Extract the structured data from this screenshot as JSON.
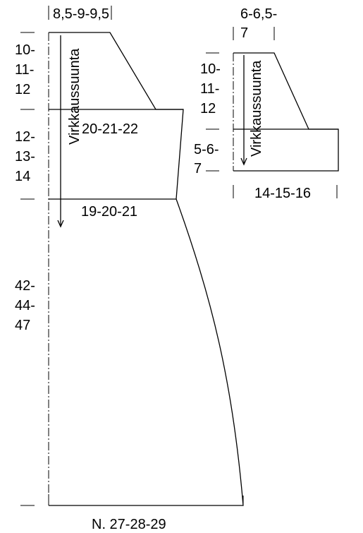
{
  "main_piece": {
    "top_width": "8,5-9-9,5",
    "yoke_width": "20-21-22",
    "waist_width": "19-20-21",
    "bottom_width": "N. 27-28-29",
    "yoke_height": [
      "10-",
      "11-",
      "12"
    ],
    "bodice_height": [
      "12-",
      "13-",
      "14"
    ],
    "skirt_height": [
      "42-",
      "44-",
      "47"
    ],
    "direction_label": "Virkkaussuunta"
  },
  "sleeve_piece": {
    "top_width": [
      "6-6,5-",
      "7"
    ],
    "cap_height": [
      "10-",
      "11-",
      "12"
    ],
    "band_height": [
      "5-6-",
      "7"
    ],
    "bottom_width": "14-15-16",
    "direction_label": "Virkkaussuunta"
  }
}
